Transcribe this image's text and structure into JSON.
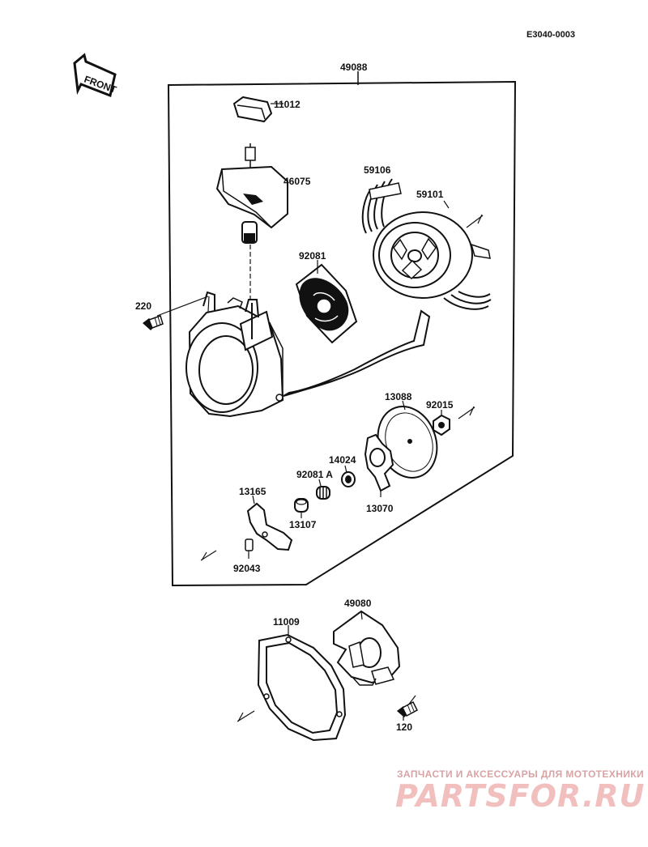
{
  "diagram": {
    "code": "E3040-0003",
    "front": "FRONT",
    "labels": {
      "assembly": "49088",
      "p11012": "11012",
      "p46075": "46075",
      "p59106": "59106",
      "p59101": "59101",
      "p92081": "92081",
      "p220": "220",
      "p13088": "13088",
      "p92015": "92015",
      "p14024": "14024",
      "p92081A": "92081 A",
      "p13165": "13165",
      "p13107": "13107",
      "p13070": "13070",
      "p92043": "92043",
      "p49080": "49080",
      "p11009": "11009",
      "p120": "120"
    }
  },
  "watermark": {
    "tagline": "ЗАПЧАСТИ И АКСЕССУАРЫ ДЛЯ МОТОТЕХНИКИ",
    "brand": "PARTSFOR.RU",
    "color": "#e98f8f"
  }
}
